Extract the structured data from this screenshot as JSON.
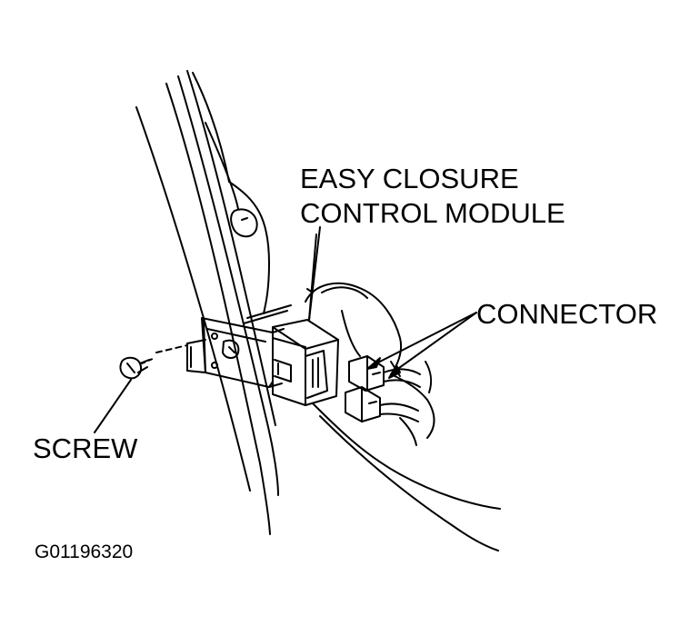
{
  "labels": {
    "module_line1": "EASY CLOSURE",
    "module_line2": "CONTROL MODULE",
    "connector": "CONNECTOR",
    "screw": "SCREW",
    "figure_id": "G01196320"
  },
  "colors": {
    "ink": "#000000",
    "background": "#ffffff"
  }
}
